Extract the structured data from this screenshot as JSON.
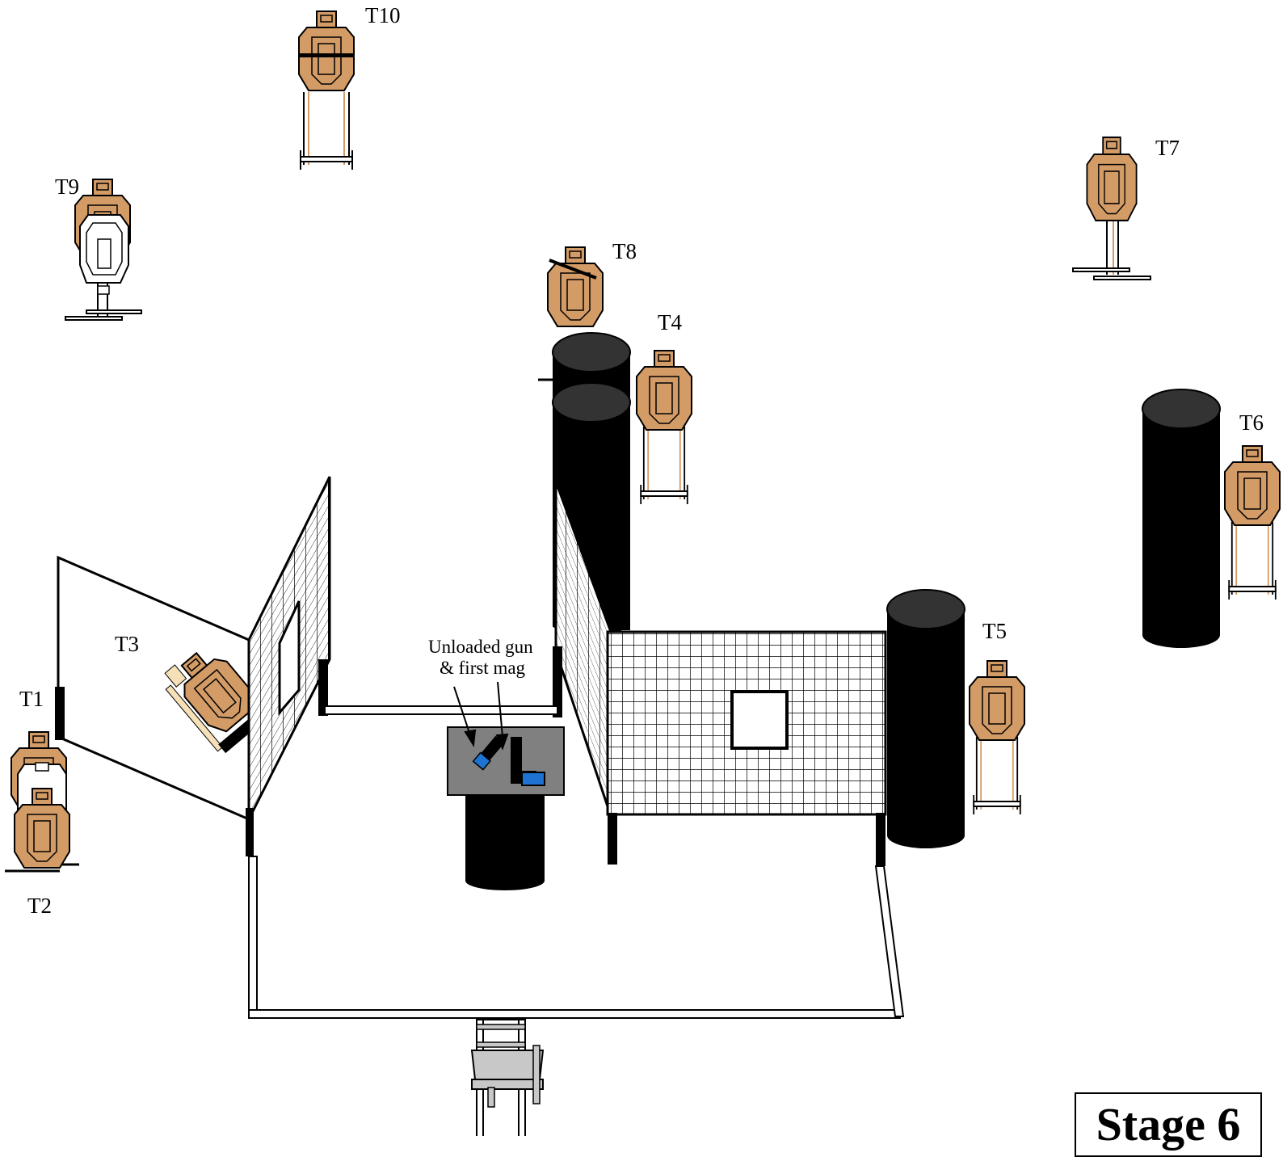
{
  "labels": {
    "t1": "T1",
    "t2": "T2",
    "t3": "T3",
    "t4": "T4",
    "t5": "T5",
    "t6": "T6",
    "t7": "T7",
    "t8": "T8",
    "t9": "T9",
    "t10": "T10"
  },
  "note": {
    "line1": "Unloaded gun",
    "line2": "& first mag"
  },
  "stage_title": "Stage 6",
  "colors": {
    "target_tan": "#D39B66",
    "barrel_black": "#000000",
    "barrel_top": "#333333",
    "table_gray": "#808080",
    "gun_blue": "#1E73D2",
    "chair_gray": "#C8C8C8",
    "nonthreat_white": "#FFFFFF"
  },
  "icons": [
    "target-icon",
    "barrel-icon",
    "mesh-wall-icon",
    "gun-icon",
    "magazine-icon",
    "chair-icon",
    "table-icon"
  ]
}
